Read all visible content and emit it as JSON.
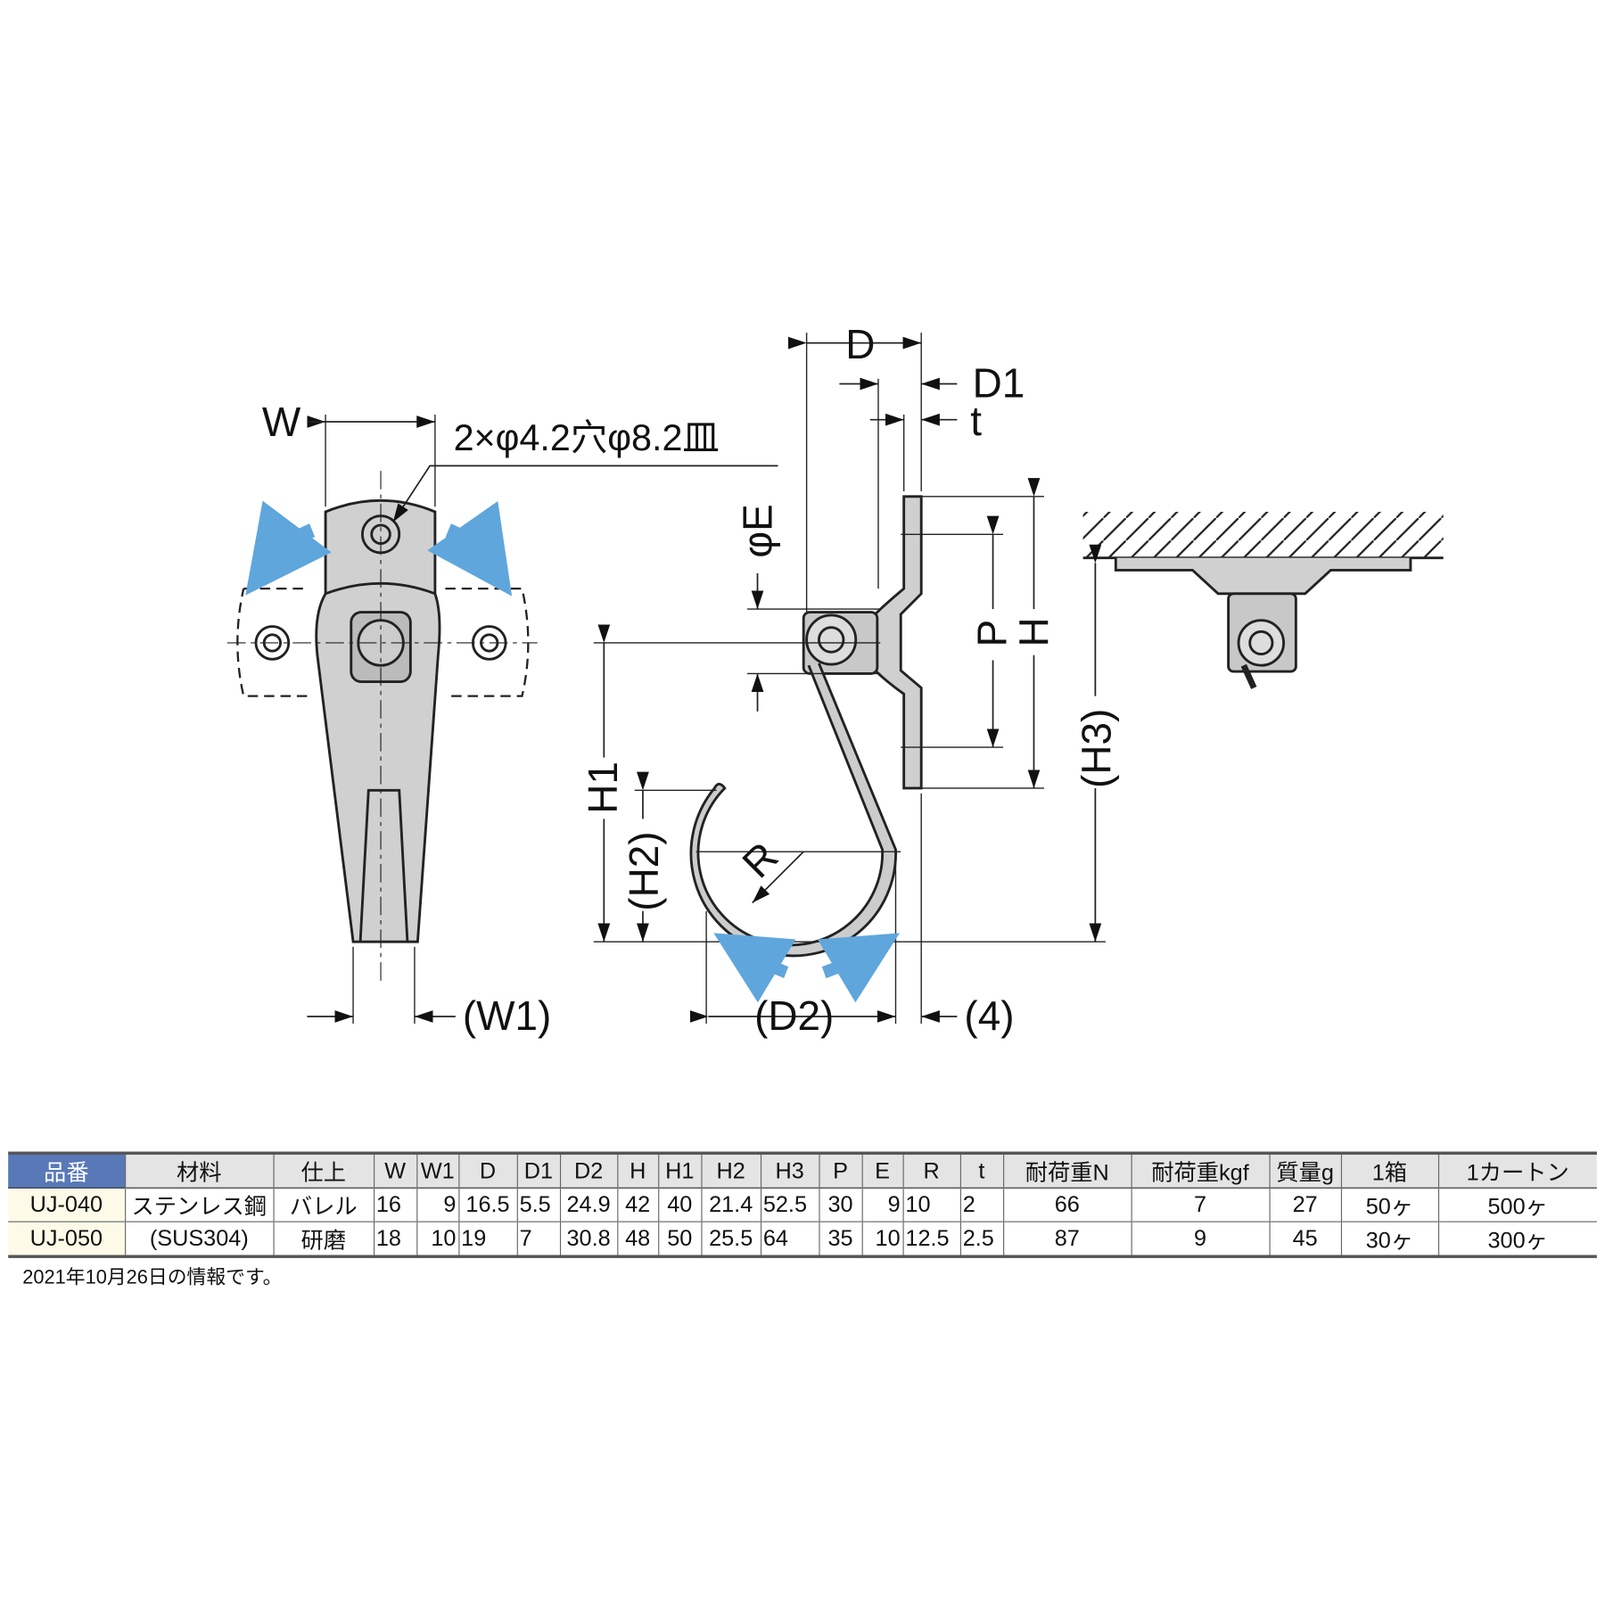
{
  "drawing": {
    "labels": {
      "W": "W",
      "W1": "(W1)",
      "hole": "2×φ4.2穴φ8.2皿",
      "D": "D",
      "D1": "D1",
      "t": "t",
      "E": "φE",
      "P": "P",
      "H": "H",
      "H1": "H1",
      "H2": "(H2)",
      "R": "R",
      "D2": "(D2)",
      "four": "(4)",
      "H3": "(H3)"
    },
    "colors": {
      "arrow": "#5fa6dc",
      "part": "#c8c8c8",
      "outline": "#222"
    }
  },
  "table": {
    "headers": [
      "品番",
      "材料",
      "仕上",
      "W",
      "W1",
      "D",
      "D1",
      "D2",
      "H",
      "H1",
      "H2",
      "H3",
      "P",
      "E",
      "R",
      "t",
      "耐荷重N",
      "耐荷重kgf",
      "質量g",
      "1箱",
      "1カートン"
    ],
    "material": [
      "ステンレス鋼",
      "(SUS304)"
    ],
    "finish": [
      "バレル",
      "研磨"
    ],
    "rows": [
      {
        "part": "UJ-040",
        "W": "16",
        "W1": "9",
        "D": "16.5",
        "D1": "5.5",
        "D2": "24.9",
        "H": "42",
        "H1": "40",
        "H2": "21.4",
        "H3": "52.5",
        "P": "30",
        "E": "9",
        "R": "10",
        "t": "2",
        "loadN": "66",
        "loadKgf": "7",
        "mass": "27",
        "box": "50ヶ",
        "carton": "500ヶ"
      },
      {
        "part": "UJ-050",
        "W": "18",
        "W1": "10",
        "D": "19",
        "D1": "7",
        "D2": "30.8",
        "H": "48",
        "H1": "50",
        "H2": "25.5",
        "H3": "64",
        "P": "35",
        "E": "10",
        "R": "12.5",
        "t": "2.5",
        "loadN": "87",
        "loadKgf": "9",
        "mass": "45",
        "box": "30ヶ",
        "carton": "300ヶ"
      }
    ],
    "header_color": "#5878b8"
  },
  "note": "2021年10月26日の情報です。"
}
